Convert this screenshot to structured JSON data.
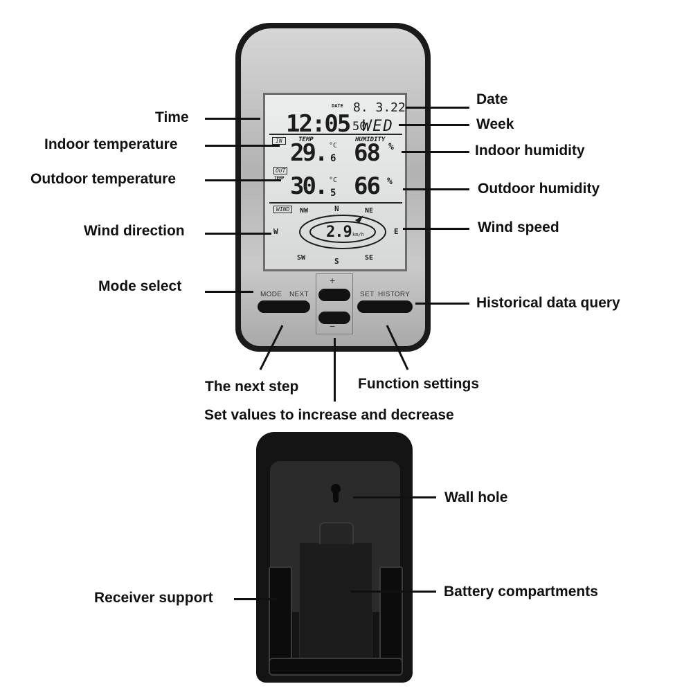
{
  "labels": {
    "time": "Time",
    "indoor_temperature": "Indoor temperature",
    "outdoor_temperature": "Outdoor temperature",
    "wind_direction": "Wind direction",
    "mode_select": "Mode select",
    "date": "Date",
    "week": "Week",
    "indoor_humidity": "Indoor humidity",
    "outdoor_humidity": "Outdoor humidity",
    "wind_speed": "Wind speed",
    "historical_data_query": "Historical data query",
    "the_next_step": "The next step",
    "function_settings": "Function settings",
    "set_values": "Set values to increase and decrease",
    "wall_hole": "Wall hole",
    "receiver_support": "Receiver support",
    "battery_compartments": "Battery compartments"
  },
  "lcd": {
    "date_tag": "DATE",
    "date": "8. 3.22",
    "time": "12:05",
    "seconds": "50",
    "week": "WED",
    "in_tag": "IN",
    "temp_tag": "TEMP",
    "humidity_tag": "HUMIDITY",
    "indoor_temp": "29.",
    "indoor_temp_decimal": "6",
    "temp_unit": "°C",
    "indoor_humidity": "68",
    "percent": "%",
    "out_tag": "OUT",
    "out_temp_tag": "TEMP",
    "outdoor_temp": "30.",
    "outdoor_temp_decimal": "5",
    "outdoor_humidity": "66",
    "wind_tag": "WIND",
    "compass_n": "N",
    "compass_nw": "NW",
    "compass_ne": "NE",
    "compass_w": "W",
    "compass_e": "E",
    "compass_sw": "SW",
    "compass_s": "S",
    "compass_se": "SE",
    "wind_speed": "2.9",
    "wind_unit": "km/h"
  },
  "buttons": {
    "mode": "MODE",
    "next": "NEXT",
    "plus": "+",
    "minus": "−",
    "set": "SET",
    "history": "HISTORY"
  },
  "colors": {
    "device_body": "#1a1a1a",
    "device_face": "#bfbfbf",
    "lcd_background": "#e2e4e3"
  }
}
